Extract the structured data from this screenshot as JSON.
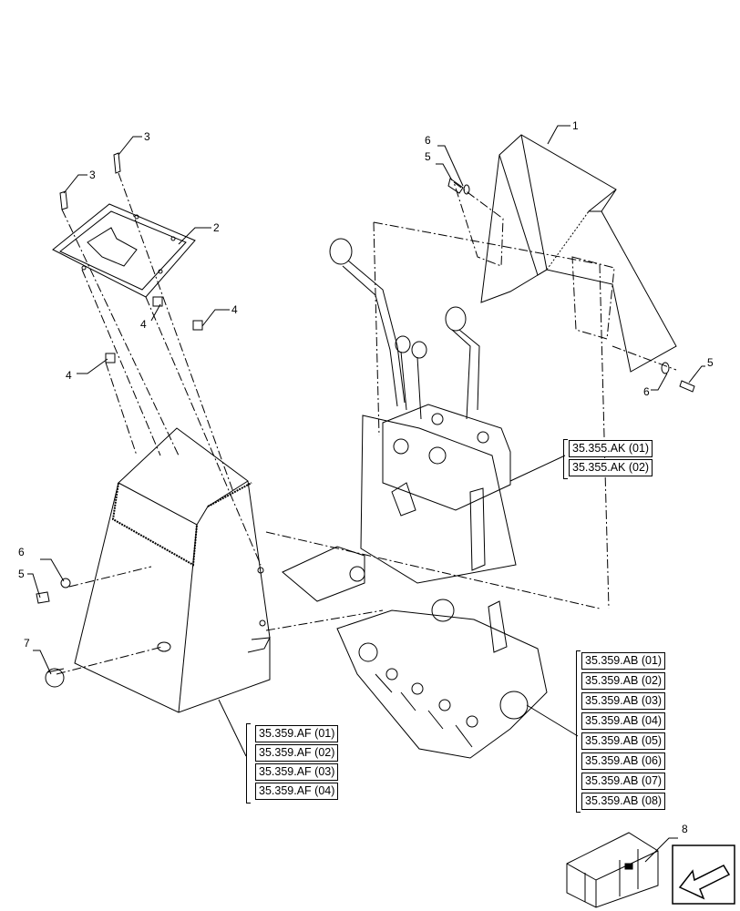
{
  "callouts": {
    "c1": "1",
    "c2": "2",
    "c3a": "3",
    "c3b": "3",
    "c4a": "4",
    "c4b": "4",
    "c4c": "4",
    "c5a": "5",
    "c5b": "5",
    "c5c": "5",
    "c6a": "6",
    "c6b": "6",
    "c6c": "6",
    "c7": "7",
    "c8": "8"
  },
  "refs": {
    "ak": [
      "35.355.AK (01)",
      "35.355.AK (02)"
    ],
    "ab": [
      "35.359.AB (01)",
      "35.359.AB (02)",
      "35.359.AB (03)",
      "35.359.AB (04)",
      "35.359.AB (05)",
      "35.359.AB (06)",
      "35.359.AB (07)",
      "35.359.AB (08)"
    ],
    "af": [
      "35.359.AF (01)",
      "35.359.AF (02)",
      "35.359.AF (03)",
      "35.359.AF (04)"
    ]
  },
  "icons": {
    "kit_box": "crate-icon",
    "nav_arrow": "arrow-back-icon"
  }
}
